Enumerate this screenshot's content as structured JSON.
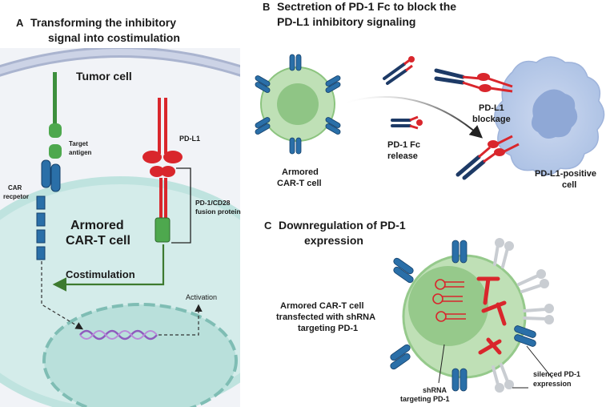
{
  "panel_a": {
    "letter": "A",
    "title_line1": "Transforming the inhibitory",
    "title_line2": "signal into costimulation",
    "tumor_cell": "Tumor cell",
    "pd_l1": "PD-L1",
    "target_antigen_1": "Target",
    "target_antigen_2": "antigen",
    "car_receptor_1": "CAR",
    "car_receptor_2": "recpetor",
    "fusion_1": "PD-1/CD28",
    "fusion_2": "fusion protein",
    "armored_1": "Armored",
    "armored_2": "CAR-T cell",
    "costimulation": "Costimulation",
    "activation": "Activation"
  },
  "panel_b": {
    "letter": "B",
    "title_line1": "Sectretion of PD-1 Fc to block the",
    "title_line2": "PD-L1 inhibitory signaling",
    "armored_1": "Armored",
    "armored_2": "CAR-T cell",
    "release_1": "PD-1 Fc",
    "release_2": "release",
    "blockage_1": "PD-L1",
    "blockage_2": "blockage",
    "positive_1": "PD-L1-positive",
    "positive_2": "cell"
  },
  "panel_c": {
    "letter": "C",
    "title_line1": "Downregulation of PD-1",
    "title_line2": "expression",
    "desc_1": "Armored CAR-T cell",
    "desc_2": "transfected with shRNA",
    "desc_3": "targeting PD-1",
    "shrna_1": "shRNA",
    "shrna_2": "targeting PD-1",
    "silenced_1": "silenced PD-1",
    "silenced_2": "expression"
  },
  "colors": {
    "car_blue": "#2a6fa8",
    "dark_navy": "#1d3a66",
    "pd_red": "#d9262c",
    "green": "#3d9a3d",
    "dark_green": "#2f6b2f",
    "cell_green": "#a8d5a0",
    "membrane_gray": "#b7bfd4",
    "cyan_membrane": "#c7e6e3",
    "tumor_blue": "#b9cbe8"
  }
}
